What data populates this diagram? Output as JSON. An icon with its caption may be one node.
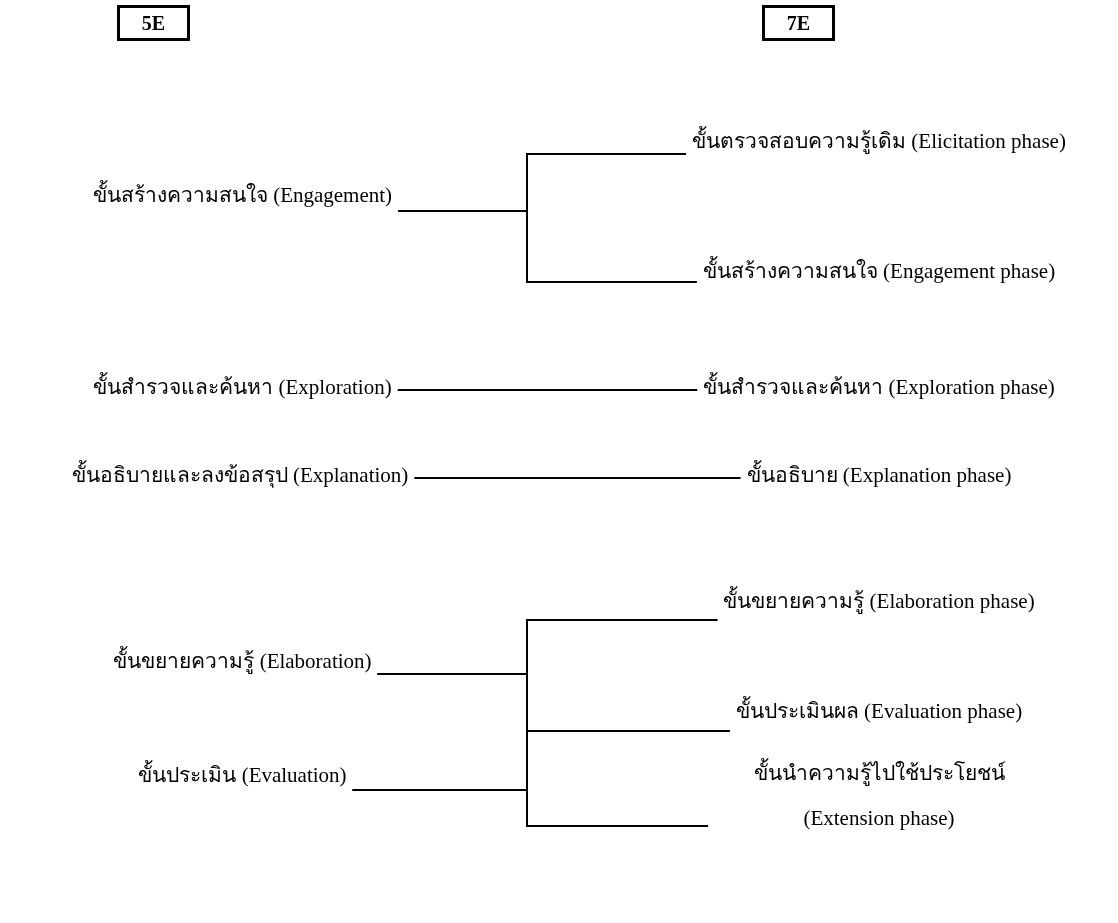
{
  "diagram": {
    "nodes": [
      {
        "text": [
          "5E"
        ]
      },
      {
        "text": [
          "7E"
        ]
      },
      {
        "text": [
          "ขั้นสร้างความสนใจ (Engagement)"
        ]
      },
      {
        "text": [
          "ขั้นตรวจสอบความรู้เดิม (Elicitation phase)"
        ]
      },
      {
        "text": [
          "ขั้นสร้างความสนใจ (Engagement phase)"
        ]
      },
      {
        "text": [
          "ขั้นสำรวจและค้นหา (Exploration)"
        ]
      },
      {
        "text": [
          "ขั้นสำรวจและค้นหา (Exploration phase)"
        ]
      },
      {
        "text": [
          "ขั้นอธิบายและลงข้อสรุป (Explanation)"
        ]
      },
      {
        "text": [
          "ขั้นอธิบาย (Explanation phase)"
        ]
      },
      {
        "text": [
          "ขั้นขยายความรู้ (Elaboration phase)"
        ]
      },
      {
        "text": [
          "ขั้นขยายความรู้ (Elaboration)"
        ]
      },
      {
        "text": [
          "ขั้นประเมินผล (Evaluation phase)"
        ]
      },
      {
        "text": [
          "ขั้นประเมิน (Evaluation)"
        ]
      },
      {
        "text": [
          "ขั้นนำความรู้ไปใช้ประโยชน์ (Extension phase)"
        ]
      }
    ],
    "edges": [
      {
        "from": 2,
        "to": 3,
        "arrow": "none"
      },
      {
        "from": 2,
        "to": 4,
        "arrow": "none"
      },
      {
        "from": 5,
        "to": 6,
        "arrow": "none"
      },
      {
        "from": 7,
        "to": 8,
        "arrow": "none"
      },
      {
        "from": 10,
        "to": 9,
        "arrow": "none"
      },
      {
        "from": 10,
        "to": 11,
        "arrow": "none"
      },
      {
        "from": 10,
        "to": 13,
        "arrow": "none"
      },
      {
        "from": 12,
        "to": 9,
        "arrow": "none"
      },
      {
        "from": 12,
        "to": 11,
        "arrow": "none"
      },
      {
        "from": 12,
        "to": 13,
        "arrow": "none"
      }
    ]
  }
}
